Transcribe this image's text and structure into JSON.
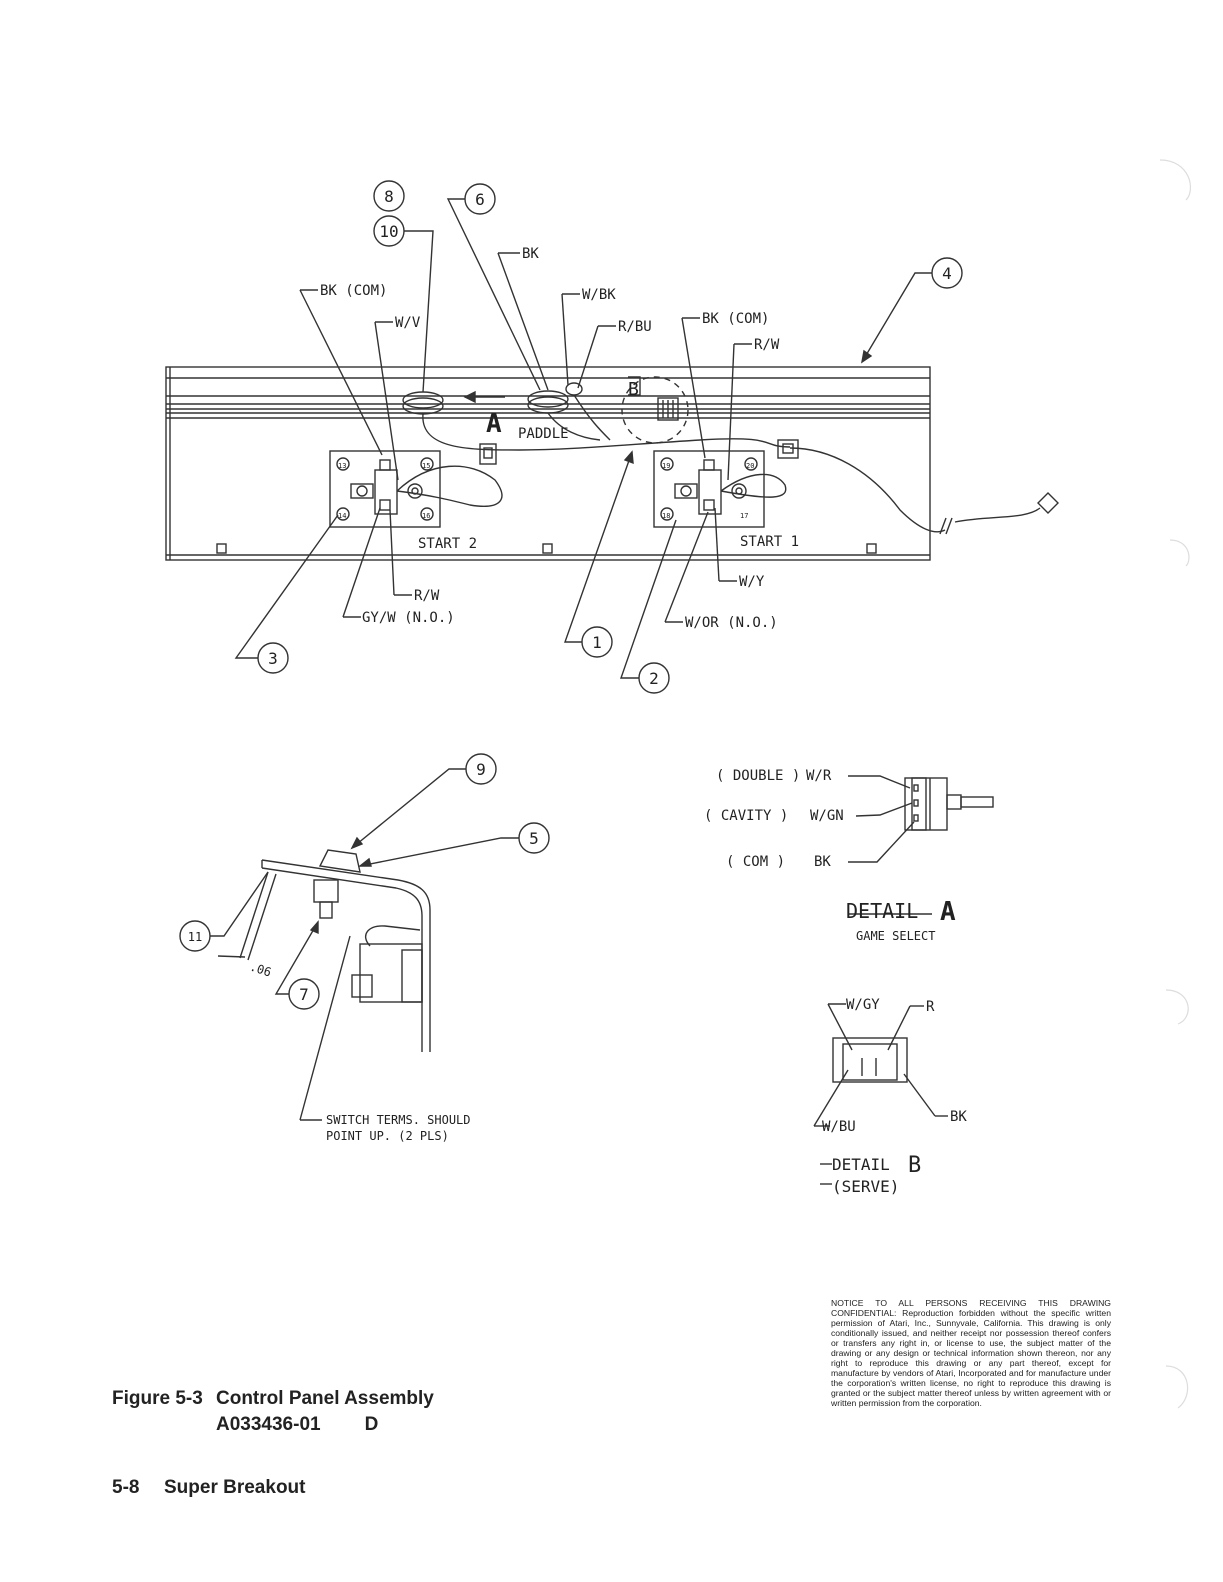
{
  "balloons": {
    "b1": "1",
    "b2": "2",
    "b3": "3",
    "b4": "4",
    "b5": "5",
    "b6": "6",
    "b7": "7",
    "b8": "8",
    "b9": "9",
    "b10": "10",
    "b11": "11"
  },
  "main_view": {
    "wire_bk_top": "BK",
    "wire_bk_com_left": "BK (COM)",
    "wire_wv": "W/V",
    "wire_wbk": "W/BK",
    "wire_rbu": "R/BU",
    "wire_bk_com_right": "BK (COM)",
    "wire_rw_right": "R/W",
    "paddle": "PADDLE",
    "detail_a_marker": "A",
    "detail_b_marker": "B",
    "start2": "START 2",
    "start1": "START 1",
    "wire_rw_left": "R/W",
    "wire_gyw_no": "GY/W (N.O.)",
    "wire_wy": "W/Y",
    "wire_wor_no": "W/OR (N.O.)",
    "term_13": "13",
    "term_14": "14",
    "term_15": "15",
    "term_16": "16",
    "term_17": "17",
    "term_18": "18",
    "term_19": "19",
    "term_20": "20"
  },
  "side_view": {
    "dim": ".06",
    "note_line1": "SWITCH TERMS. SHOULD",
    "note_line2": "POINT UP.  (2 PLS)"
  },
  "detail_a": {
    "row1_label": "( DOUBLE )",
    "row1_wire": "W/R",
    "row2_label": "( CAVITY )",
    "row2_wire": "W/GN",
    "row3_label": "( COM )",
    "row3_wire": "BK",
    "title": "DETAIL",
    "letter": "A",
    "subtitle": "GAME SELECT"
  },
  "detail_b": {
    "wire_wgy": "W/GY",
    "wire_r": "R",
    "wire_wbu": "W/BU",
    "wire_bk": "BK",
    "title": "DETAIL",
    "letter": "B",
    "subtitle": "(SERVE)"
  },
  "caption": {
    "figure_number": "Figure 5-3",
    "figure_title": "Control Panel Assembly",
    "part_number": "A033436-01",
    "revision": "D"
  },
  "notice": "NOTICE TO ALL PERSONS RECEIVING THIS DRAWING CONFIDENTIAL: Reproduction forbidden without the specific written permission of Atari, Inc., Sunnyvale, California. This drawing is only conditionally issued, and neither receipt nor possession thereof confers or transfers any right in, or license to use, the subject matter of the drawing or any design or technical information shown thereon, nor any right to reproduce this drawing or any part thereof, except for manufacture by vendors of Atari, Incorporated and for manufacture under the corporation's written license, no right to reproduce this drawing is granted or the subject matter thereof unless by written agreement with or written permission from the corporation.",
  "footer": {
    "page_number": "5-8",
    "manual_title": "Super Breakout"
  }
}
